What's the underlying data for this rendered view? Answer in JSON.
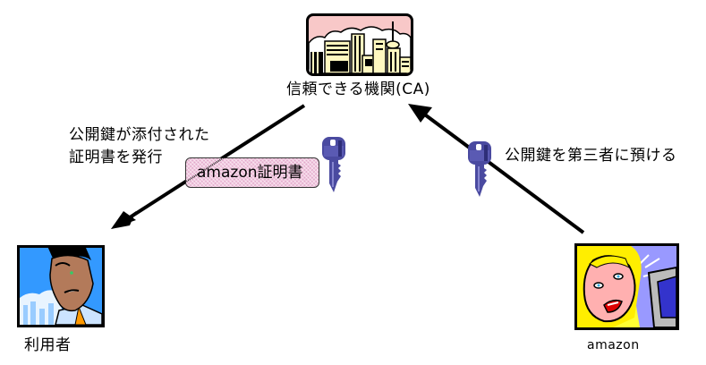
{
  "diagram": {
    "title": "Public key certificate issuance via CA",
    "nodes": {
      "ca": {
        "label": "信頼できる機関(CA)",
        "icon": "city-buildings-icon"
      },
      "user": {
        "label": "利用者",
        "icon": "man-portrait-icon"
      },
      "amazon": {
        "label": "amazon",
        "icon": "woman-computer-portrait-icon"
      }
    },
    "edges": {
      "issue": {
        "from": "ca",
        "to": "user",
        "label_line1": "公開鍵が添付された",
        "label_line2": "証明書を発行",
        "certificate_label": "amazon証明書",
        "icon": "key-icon"
      },
      "deposit": {
        "from": "amazon",
        "to": "ca",
        "label": "公開鍵を第三者に預ける",
        "icon": "key-icon"
      }
    },
    "colors": {
      "arrow": "#000000",
      "key": "#4a4aa0",
      "certificate_fill": "#f2c9e0",
      "ca_sky": "#f8c8c8",
      "user_sky": "#3399ff",
      "amazon_bg": "#ffff33"
    }
  }
}
